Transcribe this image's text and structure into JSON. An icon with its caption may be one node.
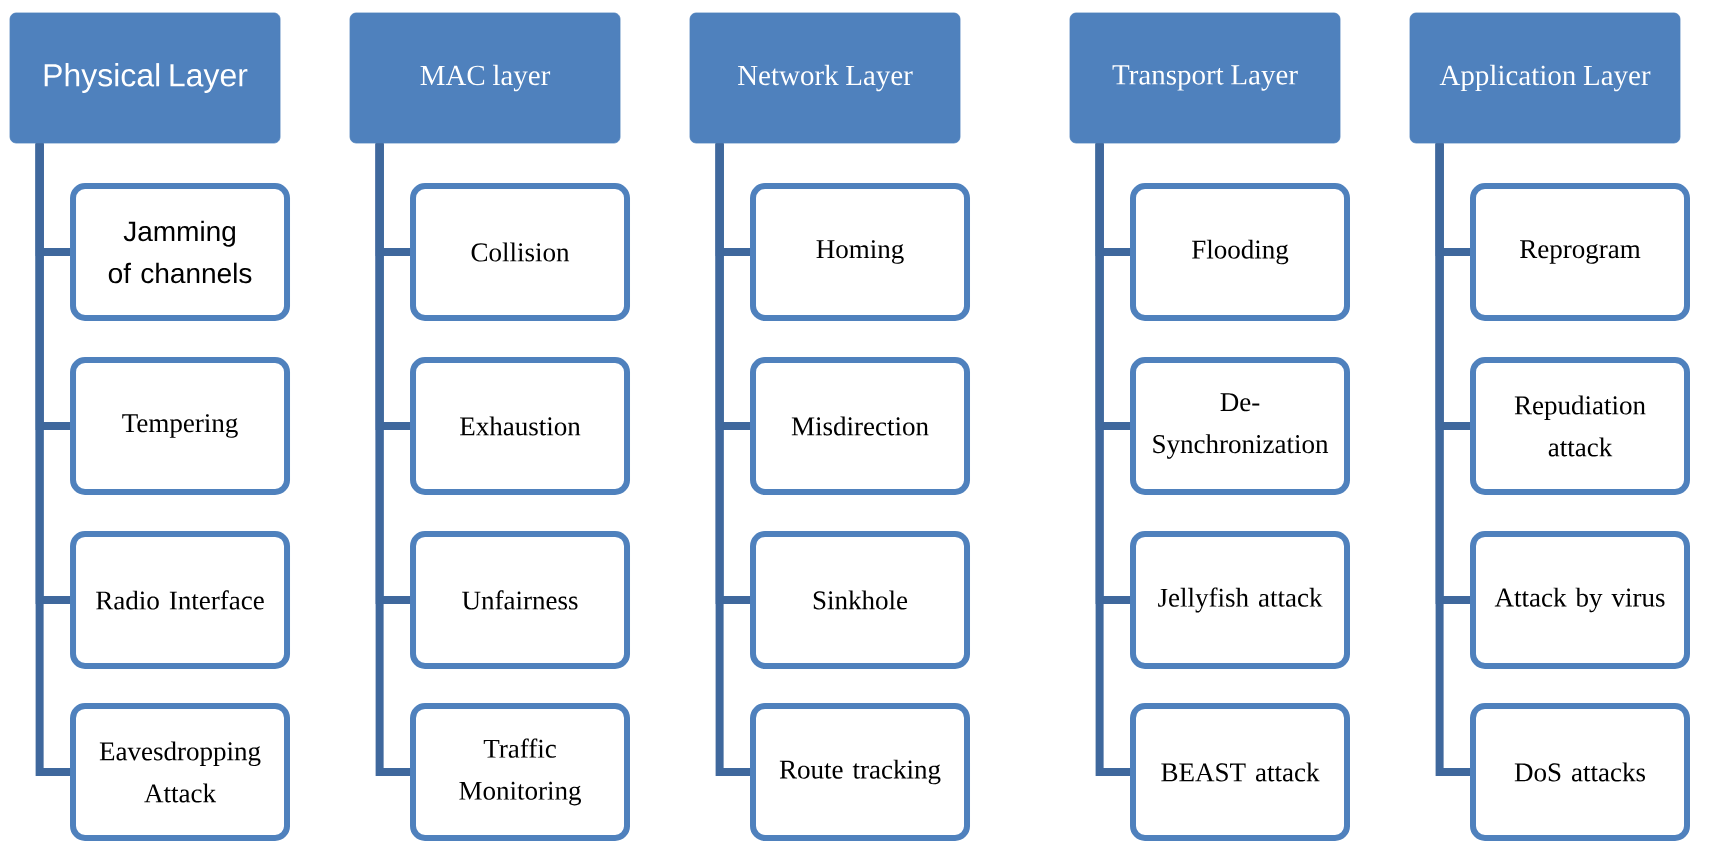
{
  "diagram": {
    "nodes": [
      {
        "text": [
          "Physical Layer"
        ]
      },
      {
        "text": [
          "Jamming of channels"
        ]
      },
      {
        "text": [
          "Tempering"
        ]
      },
      {
        "text": [
          "Radio Interface"
        ]
      },
      {
        "text": [
          "Eavesdropping Attack"
        ]
      },
      {
        "text": [
          "MAC layer"
        ]
      },
      {
        "text": [
          "Collision"
        ]
      },
      {
        "text": [
          "Exhaustion"
        ]
      },
      {
        "text": [
          "Unfairness"
        ]
      },
      {
        "text": [
          "Traffic Monitoring"
        ]
      },
      {
        "text": [
          "Network Layer"
        ]
      },
      {
        "text": [
          "Homing"
        ]
      },
      {
        "text": [
          "Misdirection"
        ]
      },
      {
        "text": [
          "Sinkhole"
        ]
      },
      {
        "text": [
          "Route tracking"
        ]
      },
      {
        "text": [
          "Transport Layer"
        ]
      },
      {
        "text": [
          "Flooding"
        ]
      },
      {
        "text": [
          "De-Synchronization"
        ]
      },
      {
        "text": [
          "Jellyfish attack"
        ]
      },
      {
        "text": [
          "BEAST attack"
        ]
      },
      {
        "text": [
          "Application Layer"
        ]
      },
      {
        "text": [
          "Reprogram"
        ]
      },
      {
        "text": [
          "Repudiation attack"
        ]
      },
      {
        "text": [
          "Attack by virus"
        ]
      },
      {
        "text": [
          "DoS attacks"
        ]
      }
    ],
    "edges": [
      {
        "from": 0,
        "to": 1,
        "arrow": "none"
      },
      {
        "from": 0,
        "to": 2,
        "arrow": "none"
      },
      {
        "from": 0,
        "to": 3,
        "arrow": "none"
      },
      {
        "from": 0,
        "to": 4,
        "arrow": "none"
      },
      {
        "from": 5,
        "to": 6,
        "arrow": "none"
      },
      {
        "from": 5,
        "to": 7,
        "arrow": "none"
      },
      {
        "from": 5,
        "to": 8,
        "arrow": "none"
      },
      {
        "from": 5,
        "to": 9,
        "arrow": "none"
      },
      {
        "from": 10,
        "to": 11,
        "arrow": "none"
      },
      {
        "from": 10,
        "to": 12,
        "arrow": "none"
      },
      {
        "from": 10,
        "to": 13,
        "arrow": "none"
      },
      {
        "from": 10,
        "to": 14,
        "arrow": "none"
      },
      {
        "from": 15,
        "to": 16,
        "arrow": "none"
      },
      {
        "from": 15,
        "to": 17,
        "arrow": "none"
      },
      {
        "from": 15,
        "to": 18,
        "arrow": "none"
      },
      {
        "from": 15,
        "to": 19,
        "arrow": "none"
      },
      {
        "from": 20,
        "to": 21,
        "arrow": "none"
      },
      {
        "from": 20,
        "to": 22,
        "arrow": "none"
      },
      {
        "from": 20,
        "to": 23,
        "arrow": "none"
      },
      {
        "from": 20,
        "to": 24,
        "arrow": "none"
      }
    ]
  }
}
